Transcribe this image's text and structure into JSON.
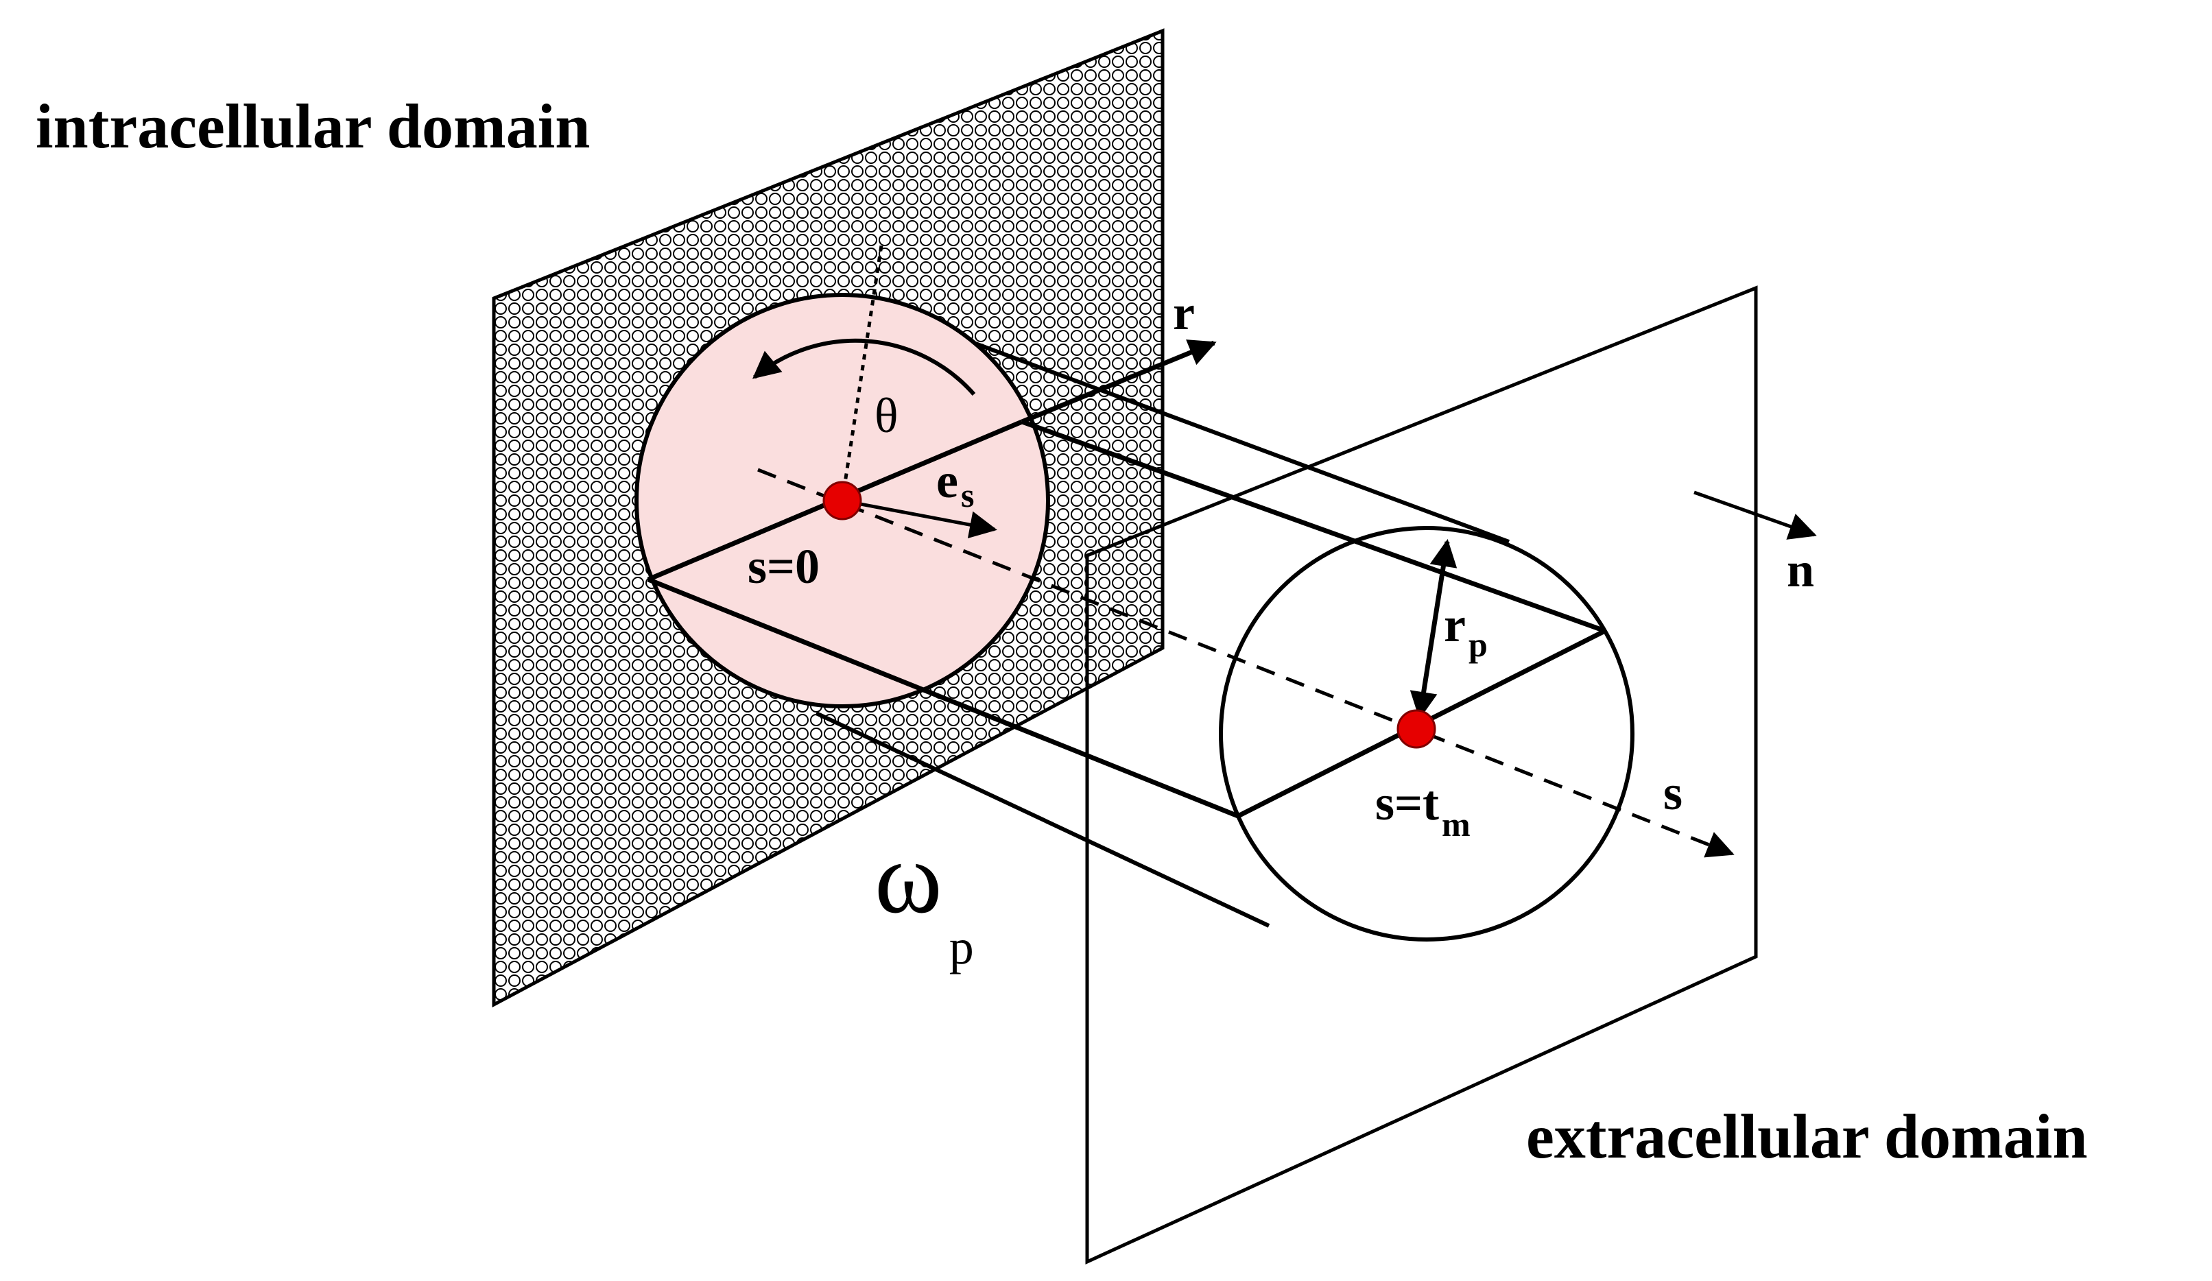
{
  "labels": {
    "intracellular": "intracellular domain",
    "extracellular": "extracellular domain",
    "r_axis": "r",
    "theta": "θ",
    "e_main": "e",
    "e_sub": "s",
    "s_zero": "s=0",
    "rp_main": "r",
    "rp_sub": "p",
    "n_axis": "n",
    "s_axis": "s",
    "stm_main": "s=t",
    "stm_sub": "m",
    "omega_main": "ω",
    "omega_sub": "p"
  },
  "colors": {
    "line": "#000000",
    "disk_fill": "#fadede",
    "center_dot": "#e60000",
    "background": "#ffffff"
  }
}
